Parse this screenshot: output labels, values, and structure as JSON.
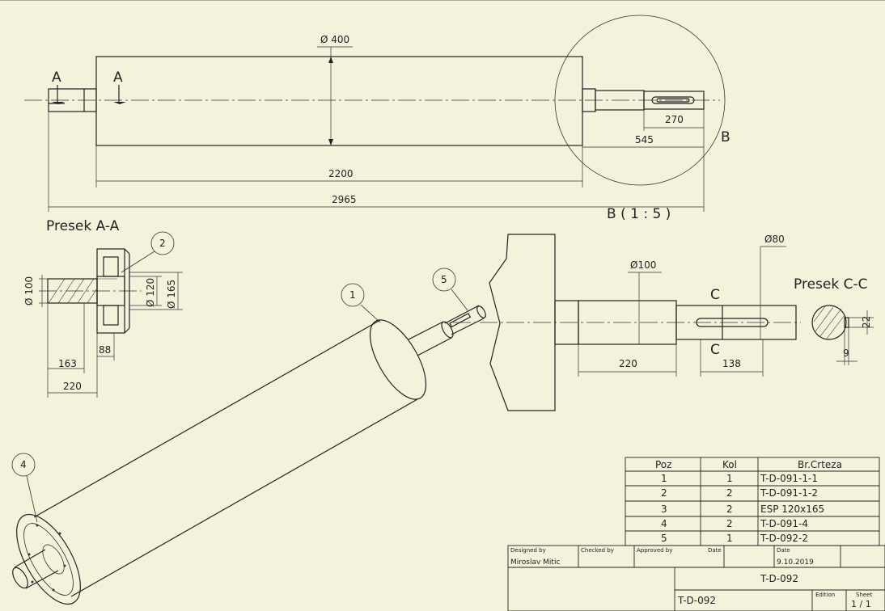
{
  "dimensions": {
    "top_diameter": "Ø 400",
    "shaft_key_len": "270",
    "shaft_len": "545",
    "body_len": "2200",
    "total_len": "2965",
    "sec_d100": "Ø 100",
    "sec_d120": "Ø 120",
    "sec_d165": "Ø 165",
    "sec_163": "163",
    "sec_88": "88",
    "sec_220": "220",
    "det_d100": "Ø100",
    "det_d80": "Ø80",
    "det_220": "220",
    "det_138": "138",
    "cc_22": "22",
    "cc_9": "9"
  },
  "labels": {
    "section_a1": "A",
    "section_a2": "A",
    "detail_b": "B",
    "detail_b_scale": "B ( 1 : 5 )",
    "presek_aa": "Presek A-A",
    "presek_cc": "Presek C-C",
    "cut_c1": "C",
    "cut_c2": "C"
  },
  "balloons": [
    "1",
    "2",
    "4",
    "5"
  ],
  "parts_list": {
    "headers": [
      "Poz",
      "Kol",
      "Br.Crteza"
    ],
    "rows": [
      [
        "1",
        "1",
        "T-D-091-1-1"
      ],
      [
        "2",
        "2",
        "T-D-091-1-2"
      ],
      [
        "3",
        "2",
        "ESP 120x165"
      ],
      [
        "4",
        "2",
        "T-D-091-4"
      ],
      [
        "5",
        "1",
        "T-D-092-2"
      ]
    ]
  },
  "title_block": {
    "designed_by_label": "Designed by",
    "checked_by_label": "Checked by",
    "approved_by_label": "Approved by",
    "date_label1": "Date",
    "date_label2": "Date",
    "designer": "Miroslav Mitic",
    "date": "9.10.2019",
    "title": "T-D-092",
    "drawing_no": "T-D-092",
    "edition_label": "Edition",
    "sheet_label": "Sheet",
    "sheet": "1 / 1"
  }
}
